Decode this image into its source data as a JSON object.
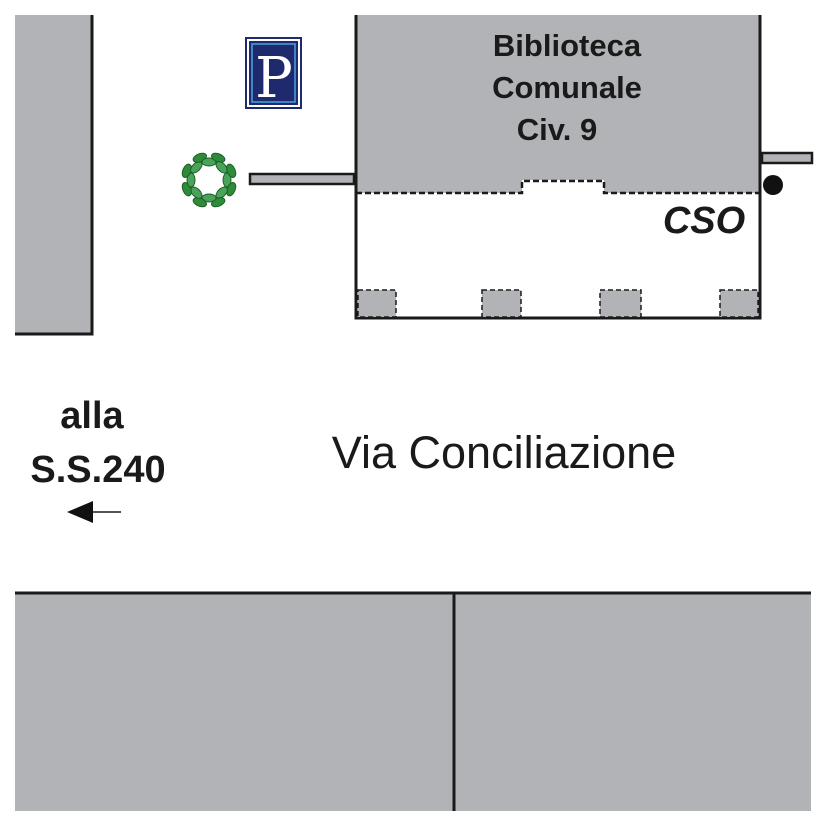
{
  "building": {
    "name_line1": "Biblioteca",
    "name_line2": "Comunale",
    "name_line3": "Civ. 9",
    "cso_label": "CSO"
  },
  "parking_sign": {
    "letter": "P",
    "color": "#1f2a6e"
  },
  "street": {
    "name": "Via Conciliazione"
  },
  "direction": {
    "line1": "alla",
    "line2": "S.S.240",
    "arrow": "left"
  },
  "icons": [
    "parking-icon",
    "tree-icon",
    "entrance-dot-icon",
    "arrow-left-icon"
  ],
  "colors": {
    "block_fill": "#b1b3b6",
    "outline": "#1a1a1a",
    "background": "#ffffff",
    "tree_green": "#2e8b3a"
  }
}
